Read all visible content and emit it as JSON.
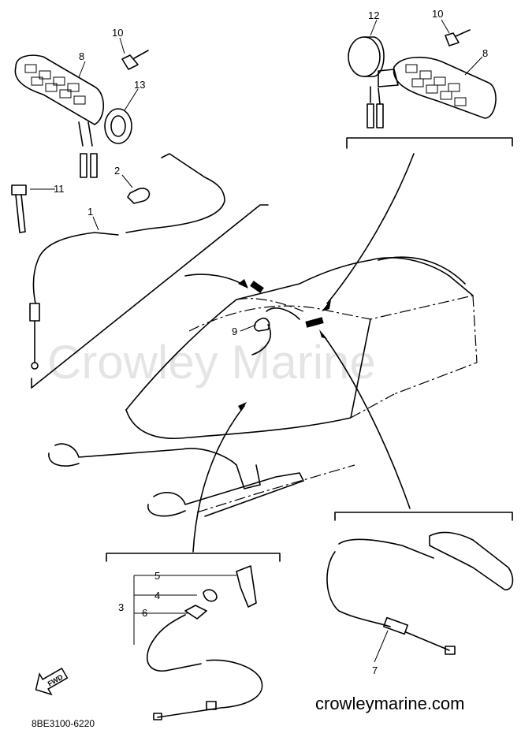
{
  "watermark": "Crowley Marine",
  "site_label": "crowleymarine.com",
  "diagram_code": "8BE3100-6220",
  "fwd_label": "FWD",
  "callouts": {
    "c1": "1",
    "c2": "2",
    "c3": "3",
    "c4": "4",
    "c5": "5",
    "c6": "6",
    "c7": "7",
    "c8_left": "8",
    "c8_right": "8",
    "c9": "9",
    "c10_left": "10",
    "c10_right": "10",
    "c11": "11",
    "c12": "12",
    "c13": "13"
  }
}
